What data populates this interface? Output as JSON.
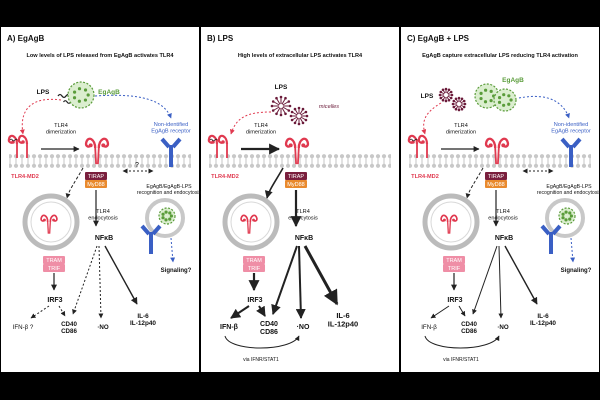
{
  "panels": [
    {
      "heading": "A) EgAgB",
      "subheading": "Low levels of LPS released from EgAgB activates TLR4",
      "labels": {
        "lps": "LPS",
        "egagb": "EgAgB",
        "dimerization": "TLR4\ndimerization",
        "receptor": "Non-identified\nEgAgB receptor",
        "question": "?",
        "recognition": "EgAgB/EgAgB-LPS\nrecognition and endocytosis",
        "tlr4md2": "TLR4-MD2",
        "endocytosis": "TLR4\nendocytosis",
        "tirap": "TIRAP",
        "myd88": "MyD88",
        "tram": "TRAM",
        "trif": "TRIF",
        "nfkb": "NFκB",
        "signaling": "Signaling?",
        "irf3": "IRF3",
        "ifnb": "IFN-β ?",
        "cd40": "CD40\nCD86",
        "no": "·NO",
        "il6": "IL-6\nIL-12p40"
      }
    },
    {
      "heading": "B) LPS",
      "subheading": "High levels of extracellular LPS activates TLR4",
      "labels": {
        "lps": "LPS",
        "micelles": "micelles",
        "dimerization": "TLR4\ndimerization",
        "tlr4md2": "TLR4-MD2",
        "endocytosis": "TLR4\nendocytosis",
        "tirap": "TIRAP",
        "myd88": "MyD88",
        "tram": "TRAM",
        "trif": "TRIF",
        "nfkb": "NFκB",
        "irf3": "IRF3",
        "ifnb": "IFN-β",
        "cd40": "CD40\nCD86",
        "no": "·NO",
        "il6": "IL-6\nIL-12p40",
        "via": "via IFNR/STAT1"
      }
    },
    {
      "heading": "C) EgAgB + LPS",
      "subheading": "EgAgB capture extracellular LPS reducing TLR4 activation",
      "labels": {
        "lps": "LPS",
        "egagb": "EgAgB",
        "dimerization": "TLR4\ndimerization",
        "receptor": "Non-identified\nEgAgB receptor",
        "recognition": "EgAgB/EgAgB-LPS\nrecognition and endocytosis",
        "tlr4md2": "TLR4-MD2",
        "endocytosis": "TLR4\nendocytosis",
        "tirap": "TIRAP",
        "myd88": "MyD88",
        "tram": "TRAM",
        "trif": "TRIF",
        "nfkb": "NFκB",
        "signaling": "Signaling?",
        "irf3": "IRF3",
        "ifnb": "IFN-β",
        "cd40": "CD40\nCD86",
        "no": "·NO",
        "il6": "IL-6\nIL-12p40",
        "via": "via IFNR/STAT1"
      }
    }
  ],
  "colors": {
    "background": "#000000",
    "panel": "#ffffff",
    "tlr4": "#e0394f",
    "egagb": "#5a9c3a",
    "receptor": "#3a5fc4",
    "tirap": "#7a1f3d",
    "myd88": "#e98a2e",
    "tram_trif": "#ef8ea6",
    "membrane": "#bdbdbd"
  }
}
